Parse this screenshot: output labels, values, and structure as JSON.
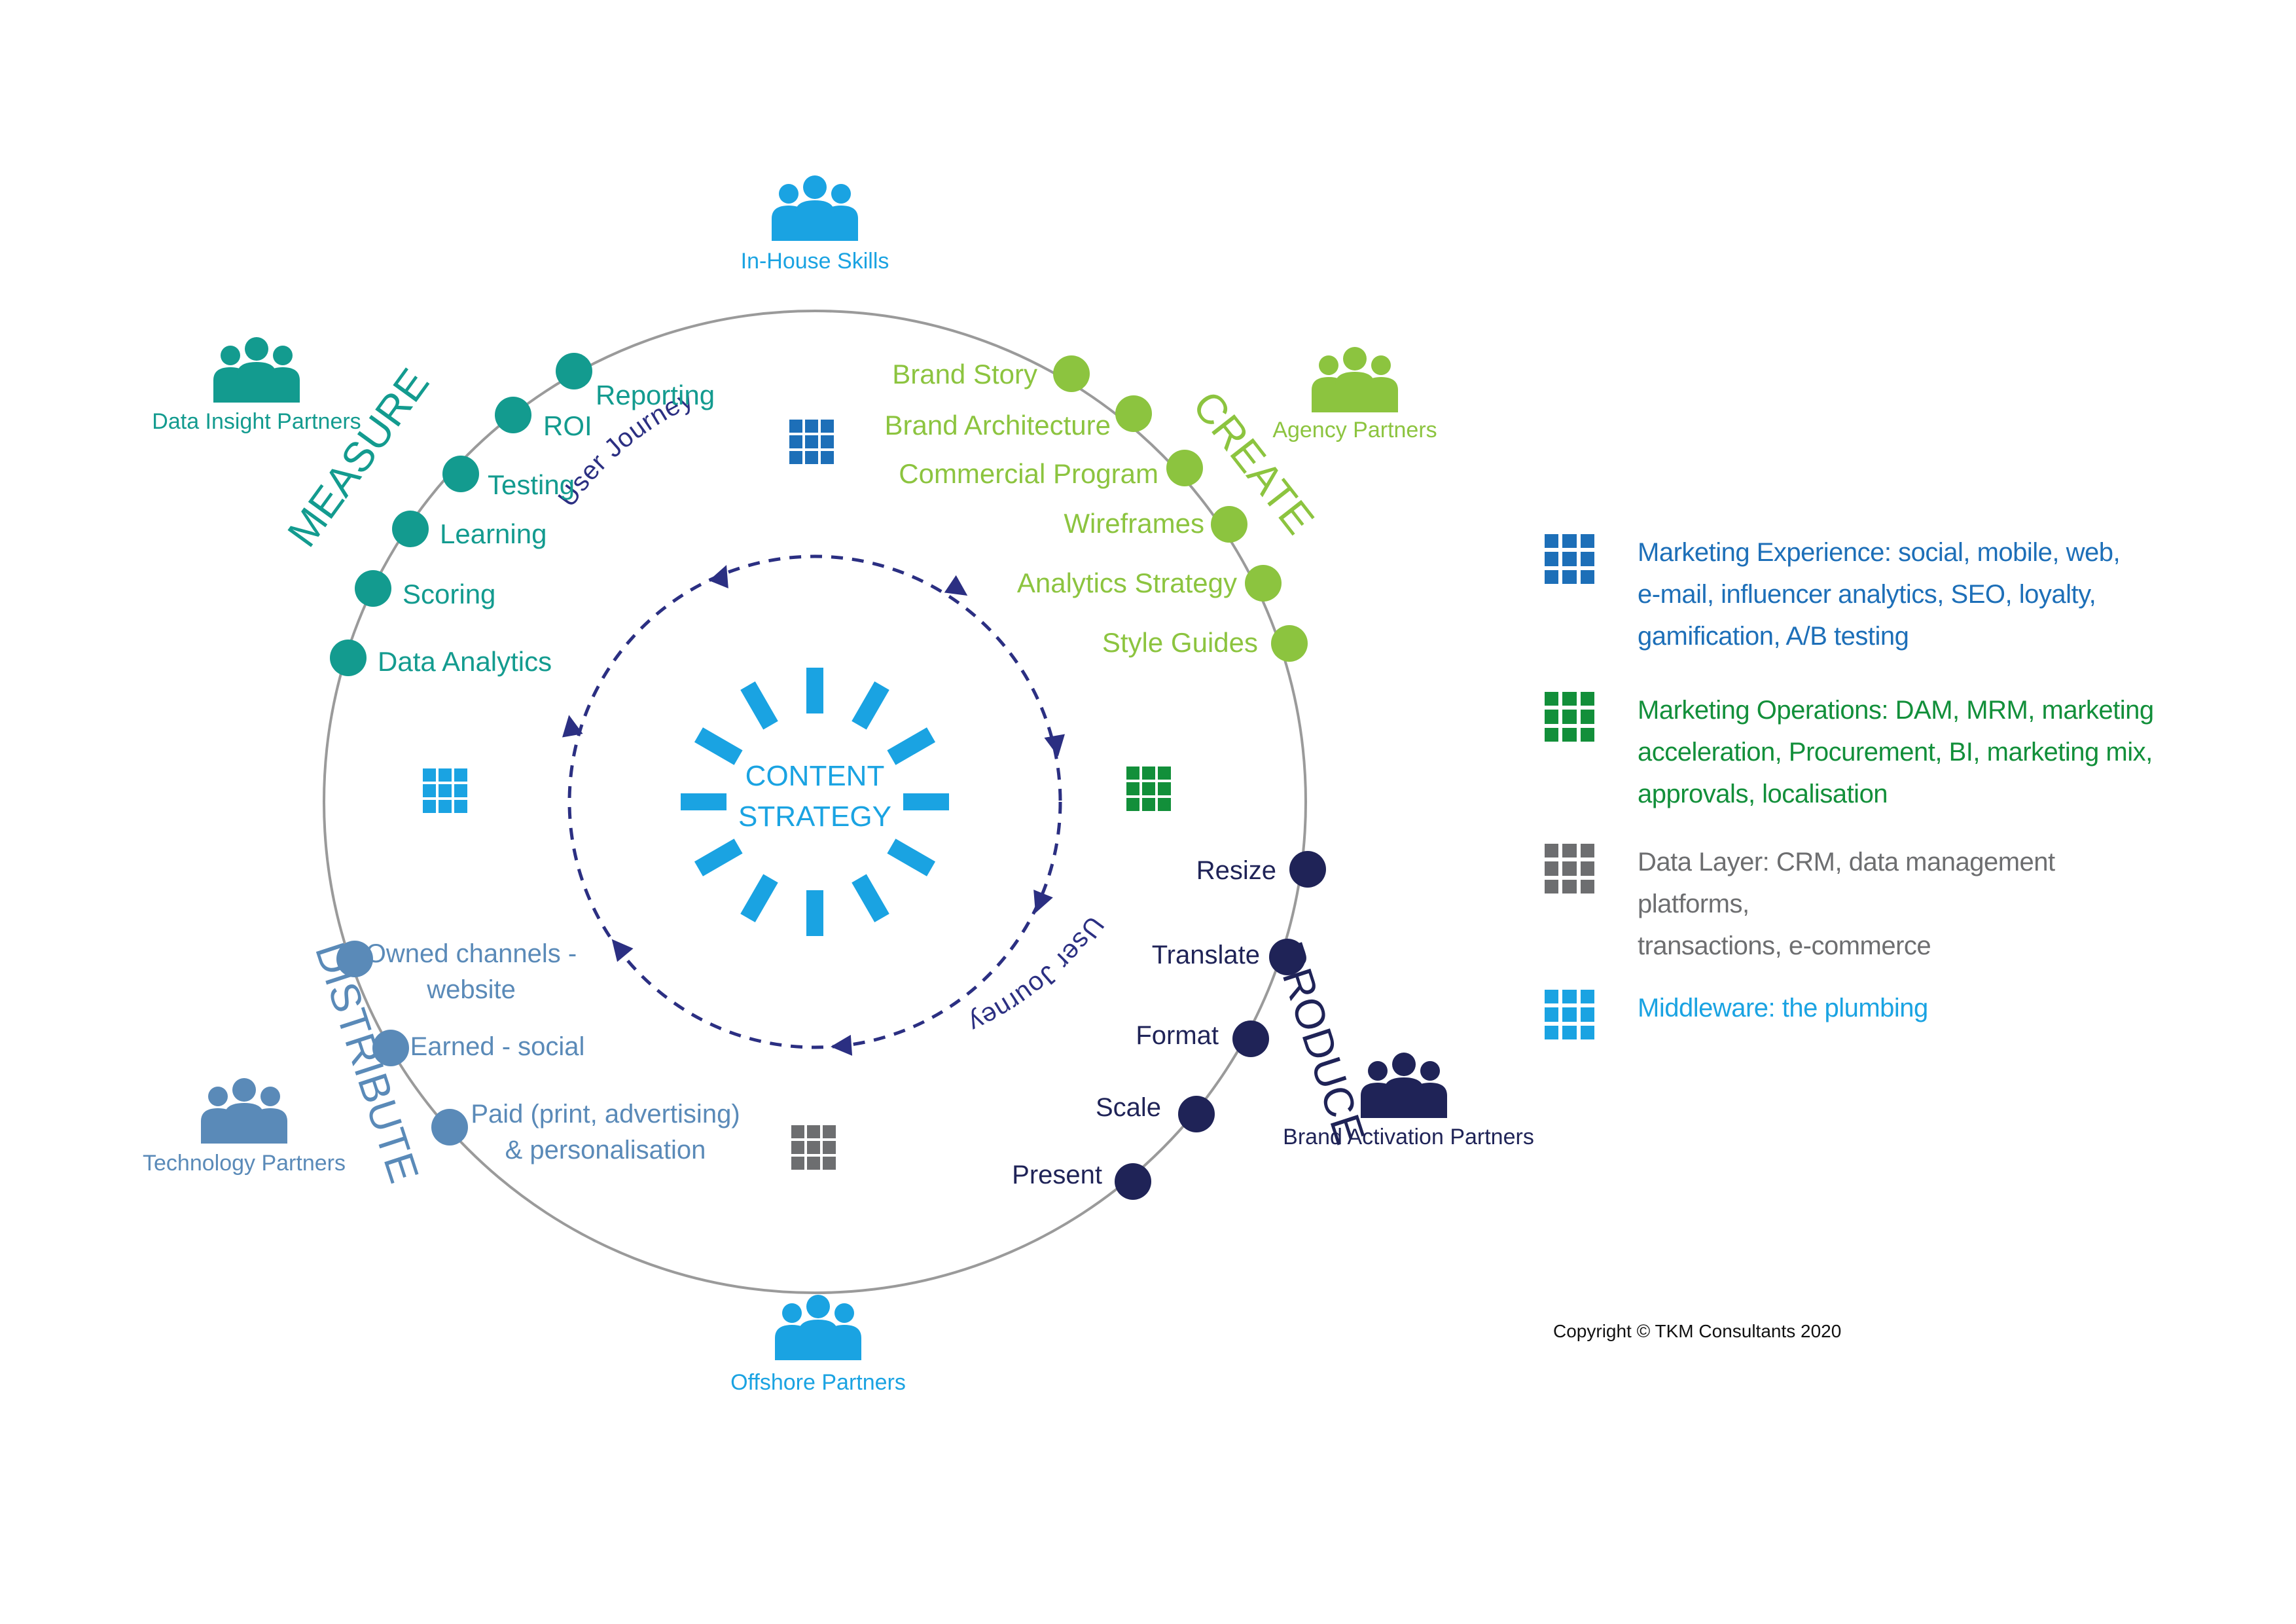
{
  "colors": {
    "measure": "#139b8f",
    "create": "#8cc43f",
    "produce": "#1f2357",
    "distribute": "#5a8ab8",
    "center": "#1aa3e2",
    "journey": "#2b2f82",
    "ring": "#9a9a9a",
    "experience": "#1d6fb8",
    "operations": "#128f3a",
    "data_layer": "#6d6e70",
    "middleware": "#1aa3e2"
  },
  "center": {
    "line1": "CONTENT",
    "line2": "STRATEGY"
  },
  "journey": {
    "label_top": "User Journey",
    "label_bottom": "User Journey"
  },
  "phases": {
    "measure": "MEASURE",
    "create": "CREATE",
    "produce": "PRODUCE",
    "distribute": "DISTRIBUTE"
  },
  "items": {
    "reporting": "Reporting",
    "roi": "ROI",
    "testing": "Testing",
    "learning": "Learning",
    "scoring": "Scoring",
    "data_analytics": "Data Analytics",
    "brand_story": "Brand Story",
    "brand_architecture": "Brand Architecture",
    "commercial_program": "Commercial Program",
    "wireframes": "Wireframes",
    "analytics_strategy": "Analytics Strategy",
    "style_guides": "Style Guides",
    "resize": "Resize",
    "translate": "Translate",
    "format": "Format",
    "scale": "Scale",
    "present": "Present",
    "owned_1": "Owned channels -",
    "owned_2": "website",
    "earned": "Earned - social",
    "paid_1": "Paid (print, advertising)",
    "paid_2": "& personalisation"
  },
  "partners": {
    "in_house": "In-House Skills",
    "data_insight": "Data Insight Partners",
    "agency": "Agency Partners",
    "brand_activation": "Brand Activation Partners",
    "technology": "Technology Partners",
    "offshore": "Offshore Partners"
  },
  "icons": {
    "people": "people-group-icon",
    "grid": "grid-nine-icon"
  },
  "legend": {
    "experience": [
      "Marketing Experience: social, mobile, web,",
      "e-mail, influencer analytics, SEO, loyalty,",
      "gamification, A/B testing"
    ],
    "operations": [
      "Marketing Operations: DAM, MRM, marketing",
      "acceleration, Procurement, BI, marketing mix,",
      "approvals, localisation"
    ],
    "data_layer": [
      "Data Layer: CRM, data management platforms,",
      "transactions, e-commerce"
    ],
    "middleware": [
      "Middleware: the plumbing"
    ]
  },
  "copyright": "Copyright © TKM Consultants 2020"
}
